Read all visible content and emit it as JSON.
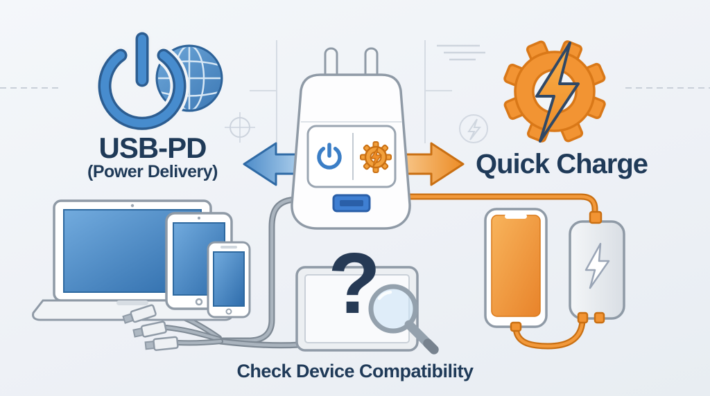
{
  "page": {
    "background_color": "#eff2f6"
  },
  "usb_pd": {
    "heading": "USB-PD",
    "subheading": "(Power Delivery)",
    "accent_color": "#3b7ec6"
  },
  "quick_charge": {
    "heading": "Quick Charge",
    "accent_color": "#f29433"
  },
  "compatibility": {
    "caption": "Check Device Compatibility",
    "question_mark": "?"
  },
  "colors": {
    "heading_text": "#1f3a58",
    "outline_gray": "#8f9aa6",
    "screen_blue": "#3f7fc0",
    "screen_orange": "#f0953a"
  },
  "icons": {
    "left_badge": [
      "power-icon",
      "globe-icon"
    ],
    "right_badge": [
      "gear-icon",
      "lightning-icon"
    ],
    "charger_panel": [
      "power-icon",
      "gear-lightning-icon"
    ],
    "center": [
      "question-mark",
      "magnifier-icon"
    ]
  }
}
